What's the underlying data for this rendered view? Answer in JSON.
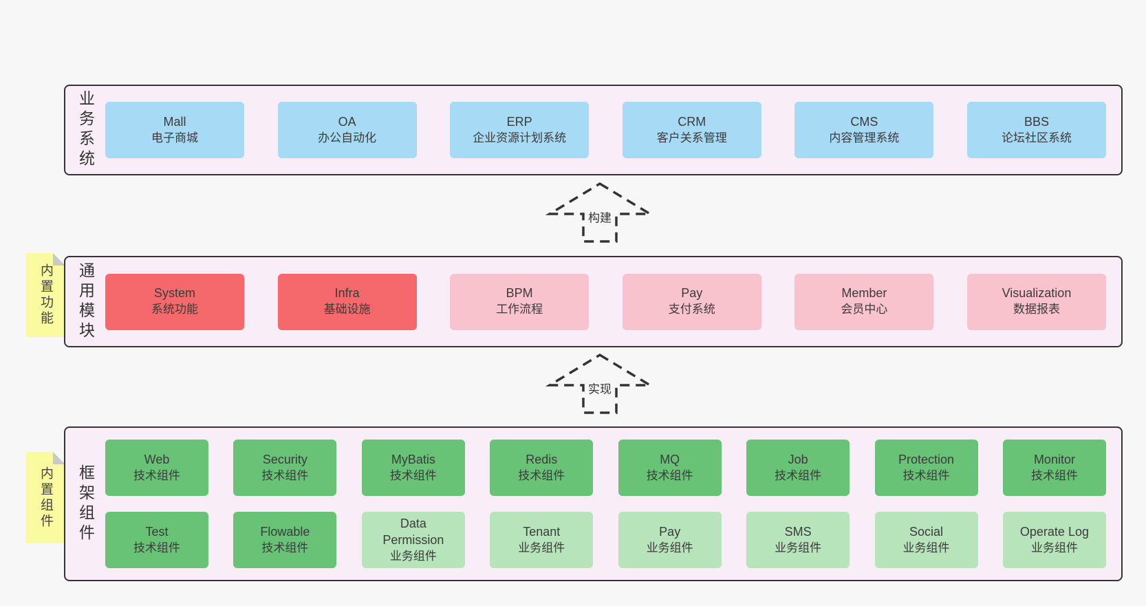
{
  "colors": {
    "page_bg": "#f7f7f7",
    "panel_bg": "#f9edf7",
    "panel_border": "#333333",
    "note_bg": "#fafaa1",
    "note_fold": "#c9c9c9",
    "blue": "#a7daf4",
    "red": "#f5696c",
    "pink": "#f9c3cd",
    "green": "#68c377",
    "green_light": "#b7e4ba",
    "text": "#3b3b3b",
    "arrow": "#333333"
  },
  "arrows": [
    {
      "id": "build",
      "label": "构建"
    },
    {
      "id": "implement",
      "label": "实现"
    }
  ],
  "layers": [
    {
      "id": "business-systems",
      "label": "业务系统",
      "note": "",
      "rows": [
        [
          {
            "name": "Mall",
            "desc": "电子商城",
            "variant": "blue"
          },
          {
            "name": "OA",
            "desc": "办公自动化",
            "variant": "blue"
          },
          {
            "name": "ERP",
            "desc": "企业资源计划系统",
            "variant": "blue"
          },
          {
            "name": "CRM",
            "desc": "客户关系管理",
            "variant": "blue"
          },
          {
            "name": "CMS",
            "desc": "内容管理系统",
            "variant": "blue"
          },
          {
            "name": "BBS",
            "desc": "论坛社区系统",
            "variant": "blue"
          }
        ]
      ]
    },
    {
      "id": "common-modules",
      "label": "通用模块",
      "note": "内置功能",
      "rows": [
        [
          {
            "name": "System",
            "desc": "系统功能",
            "variant": "red"
          },
          {
            "name": "Infra",
            "desc": "基础设施",
            "variant": "red"
          },
          {
            "name": "BPM",
            "desc": "工作流程",
            "variant": "pink"
          },
          {
            "name": "Pay",
            "desc": "支付系统",
            "variant": "pink"
          },
          {
            "name": "Member",
            "desc": "会员中心",
            "variant": "pink"
          },
          {
            "name": "Visualization",
            "desc": "数据报表",
            "variant": "pink"
          }
        ]
      ]
    },
    {
      "id": "framework-components",
      "label": "框架组件",
      "note": "内置组件",
      "rows": [
        [
          {
            "name": "Web",
            "desc": "技术组件",
            "variant": "green"
          },
          {
            "name": "Security",
            "desc": "技术组件",
            "variant": "green"
          },
          {
            "name": "MyBatis",
            "desc": "技术组件",
            "variant": "green"
          },
          {
            "name": "Redis",
            "desc": "技术组件",
            "variant": "green"
          },
          {
            "name": "MQ",
            "desc": "技术组件",
            "variant": "green"
          },
          {
            "name": "Job",
            "desc": "技术组件",
            "variant": "green"
          },
          {
            "name": "Protection",
            "desc": "技术组件",
            "variant": "green"
          },
          {
            "name": "Monitor",
            "desc": "技术组件",
            "variant": "green"
          }
        ],
        [
          {
            "name": "Test",
            "desc": "技术组件",
            "variant": "green"
          },
          {
            "name": "Flowable",
            "desc": "技术组件",
            "variant": "green"
          },
          {
            "name": "Data Permission",
            "desc": "业务组件",
            "variant": "green-light"
          },
          {
            "name": "Tenant",
            "desc": "业务组件",
            "variant": "green-light"
          },
          {
            "name": "Pay",
            "desc": "业务组件",
            "variant": "green-light"
          },
          {
            "name": "SMS",
            "desc": "业务组件",
            "variant": "green-light"
          },
          {
            "name": "Social",
            "desc": "业务组件",
            "variant": "green-light"
          },
          {
            "name": "Operate Log",
            "desc": "业务组件",
            "variant": "green-light"
          }
        ]
      ]
    }
  ]
}
